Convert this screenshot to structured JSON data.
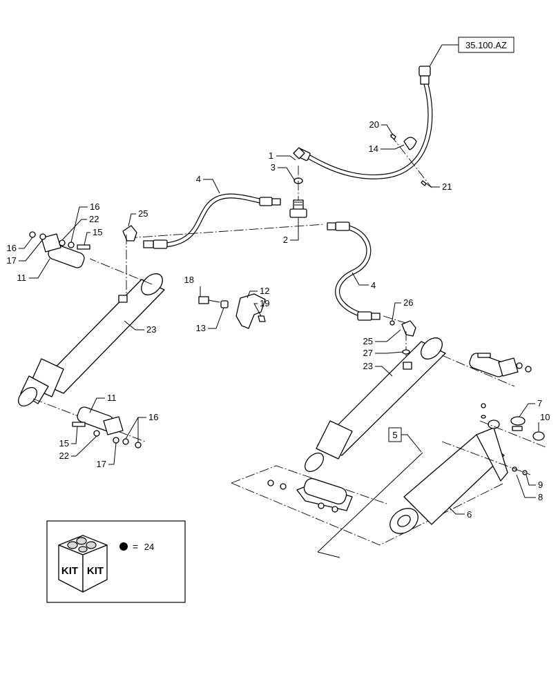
{
  "reference_link": "35.100.AZ",
  "group_box_label": "5",
  "callouts": {
    "c1": "1",
    "c2": "2",
    "c3": "3",
    "c4a": "4",
    "c4b": "4",
    "c6": "6",
    "c7": "7",
    "c8": "8",
    "c9": "9",
    "c10": "10",
    "c11a": "11",
    "c11b": "11",
    "c12": "12",
    "c13": "13",
    "c14": "14",
    "c15a": "15",
    "c15b": "15",
    "c16a": "16",
    "c16b": "16",
    "c16c": "16",
    "c17a": "17",
    "c17b": "17",
    "c18": "18",
    "c19": "19",
    "c20": "20",
    "c21": "21",
    "c22a": "22",
    "c22b": "22",
    "c23a": "23",
    "c23b": "23",
    "c25a": "25",
    "c25b": "25",
    "c26": "26",
    "c27": "27"
  },
  "kit_legend": {
    "box_text_1": "KIT",
    "box_text_2": "KIT",
    "equals": "=",
    "item_number": "24"
  }
}
